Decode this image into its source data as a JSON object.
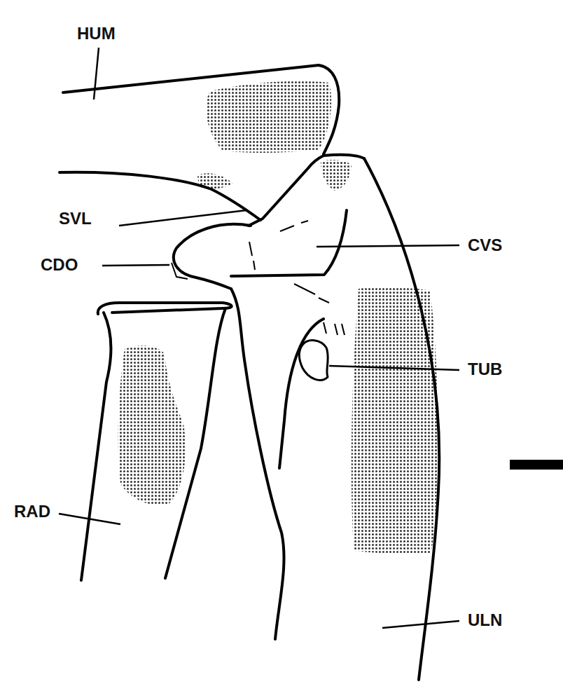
{
  "diagram": {
    "labels": [
      "HUM",
      "SVL",
      "CVS",
      "CDO",
      "TUB",
      "RAD",
      "ULN"
    ]
  }
}
